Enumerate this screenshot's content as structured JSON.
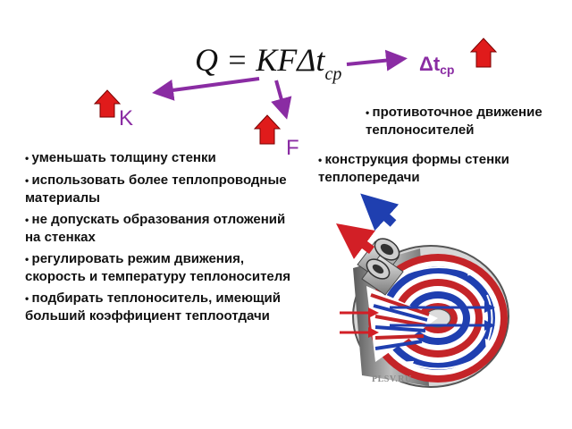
{
  "formula": {
    "main": "Q = KFΔt",
    "sub": "cp"
  },
  "labels": {
    "k": "K",
    "f": "F",
    "dt": {
      "main": "Δt",
      "sub": "cp"
    }
  },
  "k_methods": [
    "уменьшать толщину стенки",
    "использовать более теплопроводные материалы",
    "не допускать образования отложений на стенках",
    "регулировать режим движения, скорость и температуру  теплоносителя",
    "подбирать теплоноситель, имеющий больший коэффициент теплоотдачи"
  ],
  "dt_methods": [
    "противоточное движение теплоносителей"
  ],
  "f_methods": [
    "конструкция формы стенки теплопередачи"
  ],
  "image_watermark": "PLSV.RU",
  "colors": {
    "arrow_purple": "#8a2ca3",
    "indicator_red": "#e01b1b",
    "hot_red": "#d21f26",
    "cold_blue": "#1f3fb0"
  }
}
